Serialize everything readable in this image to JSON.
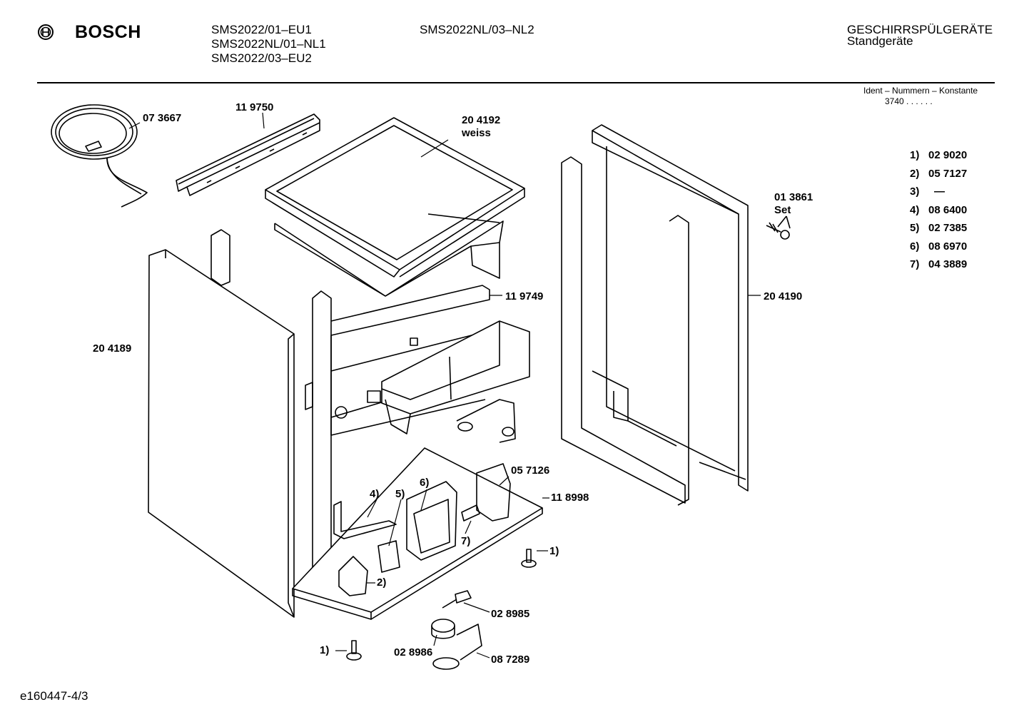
{
  "header": {
    "brand": "BOSCH",
    "models_col1": [
      "SMS2022/01–EU1",
      "SMS2022NL/01–NL1",
      "SMS2022/03–EU2"
    ],
    "models_col2": [
      "SMS2022NL/03–NL2"
    ],
    "category": "GESCHIRRSPÜLGERÄTE",
    "subcategory": "Standgeräte"
  },
  "ident": {
    "title": "Ident – Nummern – Konstante",
    "value": "3740 . . . . . ."
  },
  "parts": {
    "p073667": "07 3667",
    "p119750": "11 9750",
    "p204192": "20 4192",
    "p204192_note": "weiss",
    "p013861": "01 3861",
    "p013861_note": "Set",
    "p204190": "20 4190",
    "p119749": "11 9749",
    "p204189": "20 4189",
    "p057126": "05 7126",
    "p118998": "11 8998",
    "p028985": "02 8985",
    "p028986": "02 8986",
    "p087289": "08 7289",
    "ref4": "4)",
    "ref5": "5)",
    "ref6": "6)",
    "ref7": "7)",
    "ref2": "2)",
    "ref1a": "1)",
    "ref1b": "1)"
  },
  "legend": [
    {
      "num": "1)",
      "part": "02 9020"
    },
    {
      "num": "2)",
      "part": "05 7127"
    },
    {
      "num": "3)",
      "part": "—"
    },
    {
      "num": "4)",
      "part": "08 6400"
    },
    {
      "num": "5)",
      "part": "02 7385"
    },
    {
      "num": "6)",
      "part": "08 6970"
    },
    {
      "num": "7)",
      "part": "04 3889"
    }
  ],
  "footer": {
    "doc_id": "e160447-4/3"
  }
}
